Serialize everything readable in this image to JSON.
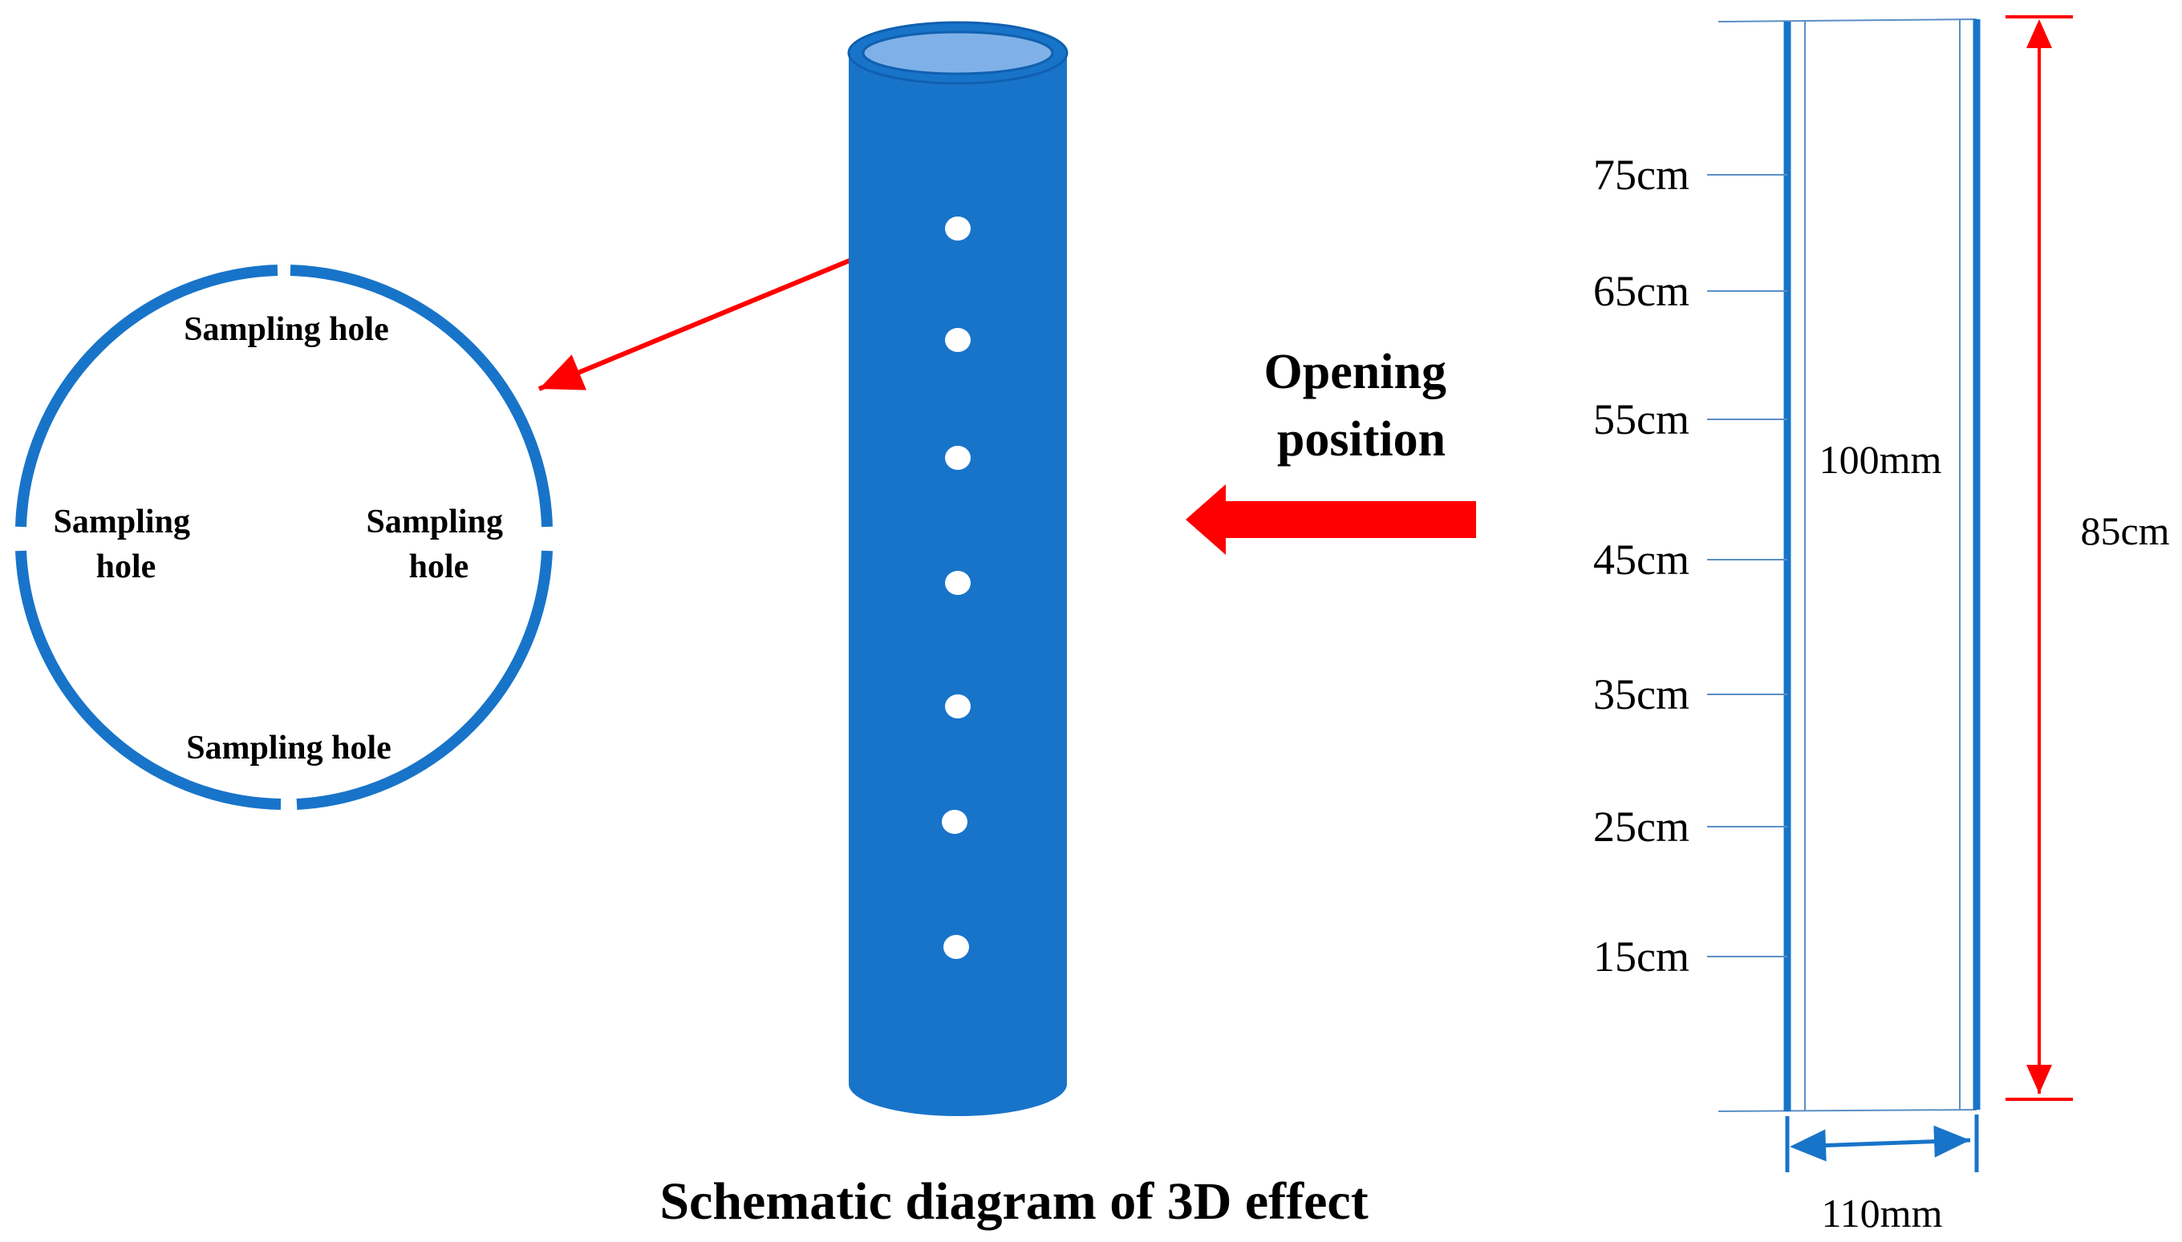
{
  "diagram": {
    "caption": "Schematic diagram of 3D effect",
    "cross_section": {
      "hole_label_top": "Sampling hole",
      "hole_label_left": [
        "Sampling",
        "hole"
      ],
      "hole_label_right": [
        "Sampling",
        "hole"
      ],
      "hole_label_bottom": "Sampling hole"
    },
    "opening_label": [
      "Opening",
      "position"
    ],
    "cylinder": {
      "hole_count": 7
    },
    "side_view": {
      "height_marks": [
        "75cm",
        "65cm",
        "55cm",
        "45cm",
        "35cm",
        "25cm",
        "15cm"
      ],
      "inner_diameter": "100mm",
      "outer_diameter": "110mm",
      "total_height": "85cm"
    },
    "colors": {
      "pipe_blue": "#1874c9",
      "pipe_top": "#7fb1e8",
      "pipe_rim": "#1060b0",
      "pointer_red": "#ff0000",
      "tick_blue": "#5b8fc4",
      "inner_line": "#5b8fc4"
    }
  }
}
